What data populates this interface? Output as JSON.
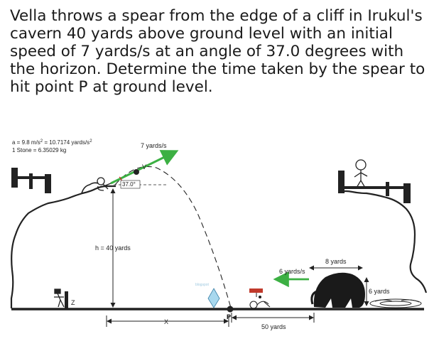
{
  "question": "Vella throws a spear from the edge of a cliff in Irukul's cavern 40 yards above ground level with an initial speed of 7 yards/s at an angle of 37.0 degrees with the horizon. Determine the time taken by the spear to hit point P at ground level.",
  "constants": {
    "gravity_prefix": "a = 9.8 m/s",
    "gravity_sup": "2",
    "gravity_mid": " = 10.7174 yards/s",
    "gravity_sup2": "2",
    "stone": "1 Stone = 6.35029 kg"
  },
  "labels": {
    "speed": "7 yards/s",
    "v": "V",
    "angle": "37.0°",
    "height": "h = 40 yards",
    "x": "X",
    "p": "P",
    "z": "Z",
    "beast_speed": "6 yards/s",
    "beast_width": "8 yards",
    "beast_height": "6 yards",
    "distance": "50 yards",
    "watermark": "blogspot"
  },
  "colors": {
    "arrow": "#3cb043",
    "angle_arc": "#d62020",
    "crystal": "#a8d8ee",
    "ground": "#222222"
  }
}
